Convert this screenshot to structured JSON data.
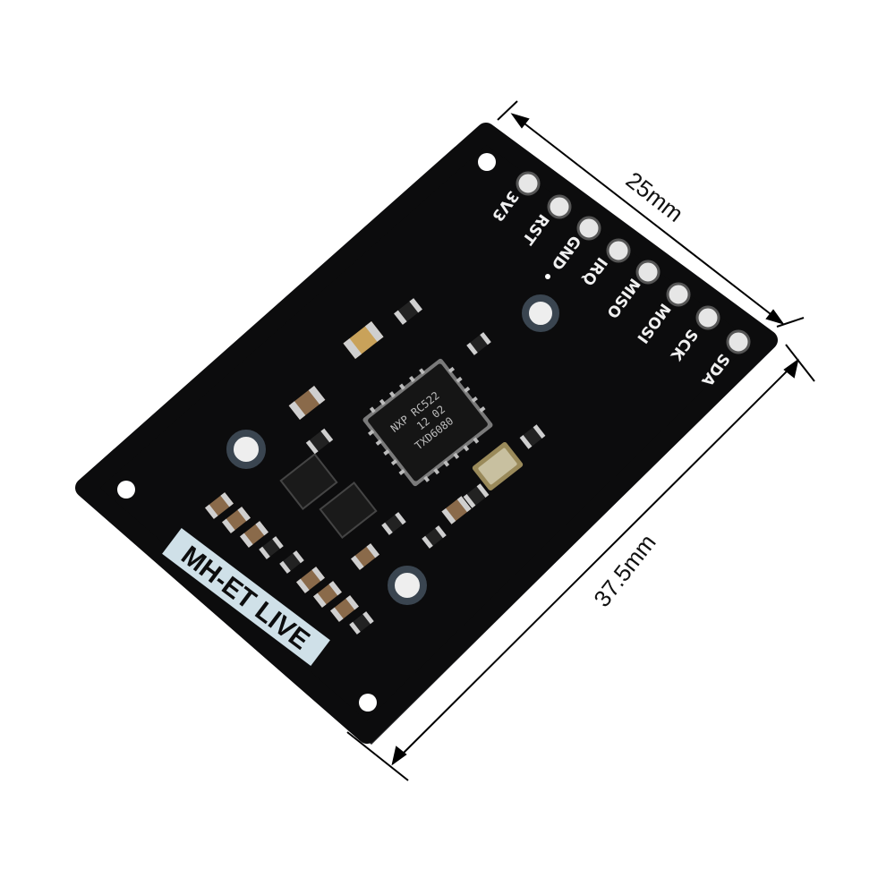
{
  "board": {
    "brand": "MH-ET LIVE",
    "pins": [
      "3V3",
      "RST",
      "GND",
      "IRQ",
      "MISO",
      "MOSI",
      "SCK",
      "SDA"
    ],
    "chip": {
      "line1": "NXP RC522",
      "line2": "12 02",
      "line3": "TXD6080"
    },
    "colors": {
      "pcb": "#0c0c0d",
      "pcb_edge": "#1c1c1e",
      "pad": "#d9d9d9",
      "label_bg": "#cfe0e8"
    }
  },
  "dimensions": {
    "width_label": "25mm",
    "length_label": "37.5mm"
  }
}
